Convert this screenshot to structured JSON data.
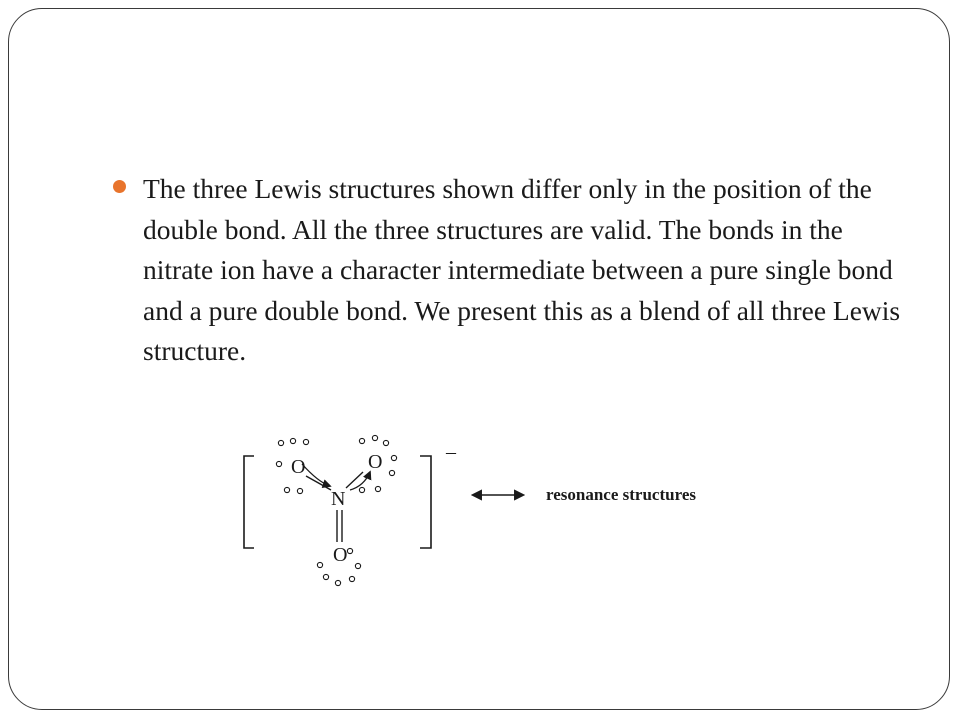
{
  "slide": {
    "bullet": "The three Lewis structures shown differ only in the position of the double bond. All the three structures are valid. The bonds in the nitrate ion have a character intermediate between a pure single bond and a pure double bond. We present this as a blend of all three Lewis structure."
  },
  "diagram": {
    "atoms": {
      "left_oxygen": "O",
      "right_oxygen": "O",
      "nitrogen": "N",
      "bottom_oxygen": "O"
    },
    "charge": "–",
    "caption": "resonance structures"
  },
  "colors": {
    "bullet": "#e8742c",
    "border": "#3a3a3a",
    "ink": "#1a1a1a"
  }
}
